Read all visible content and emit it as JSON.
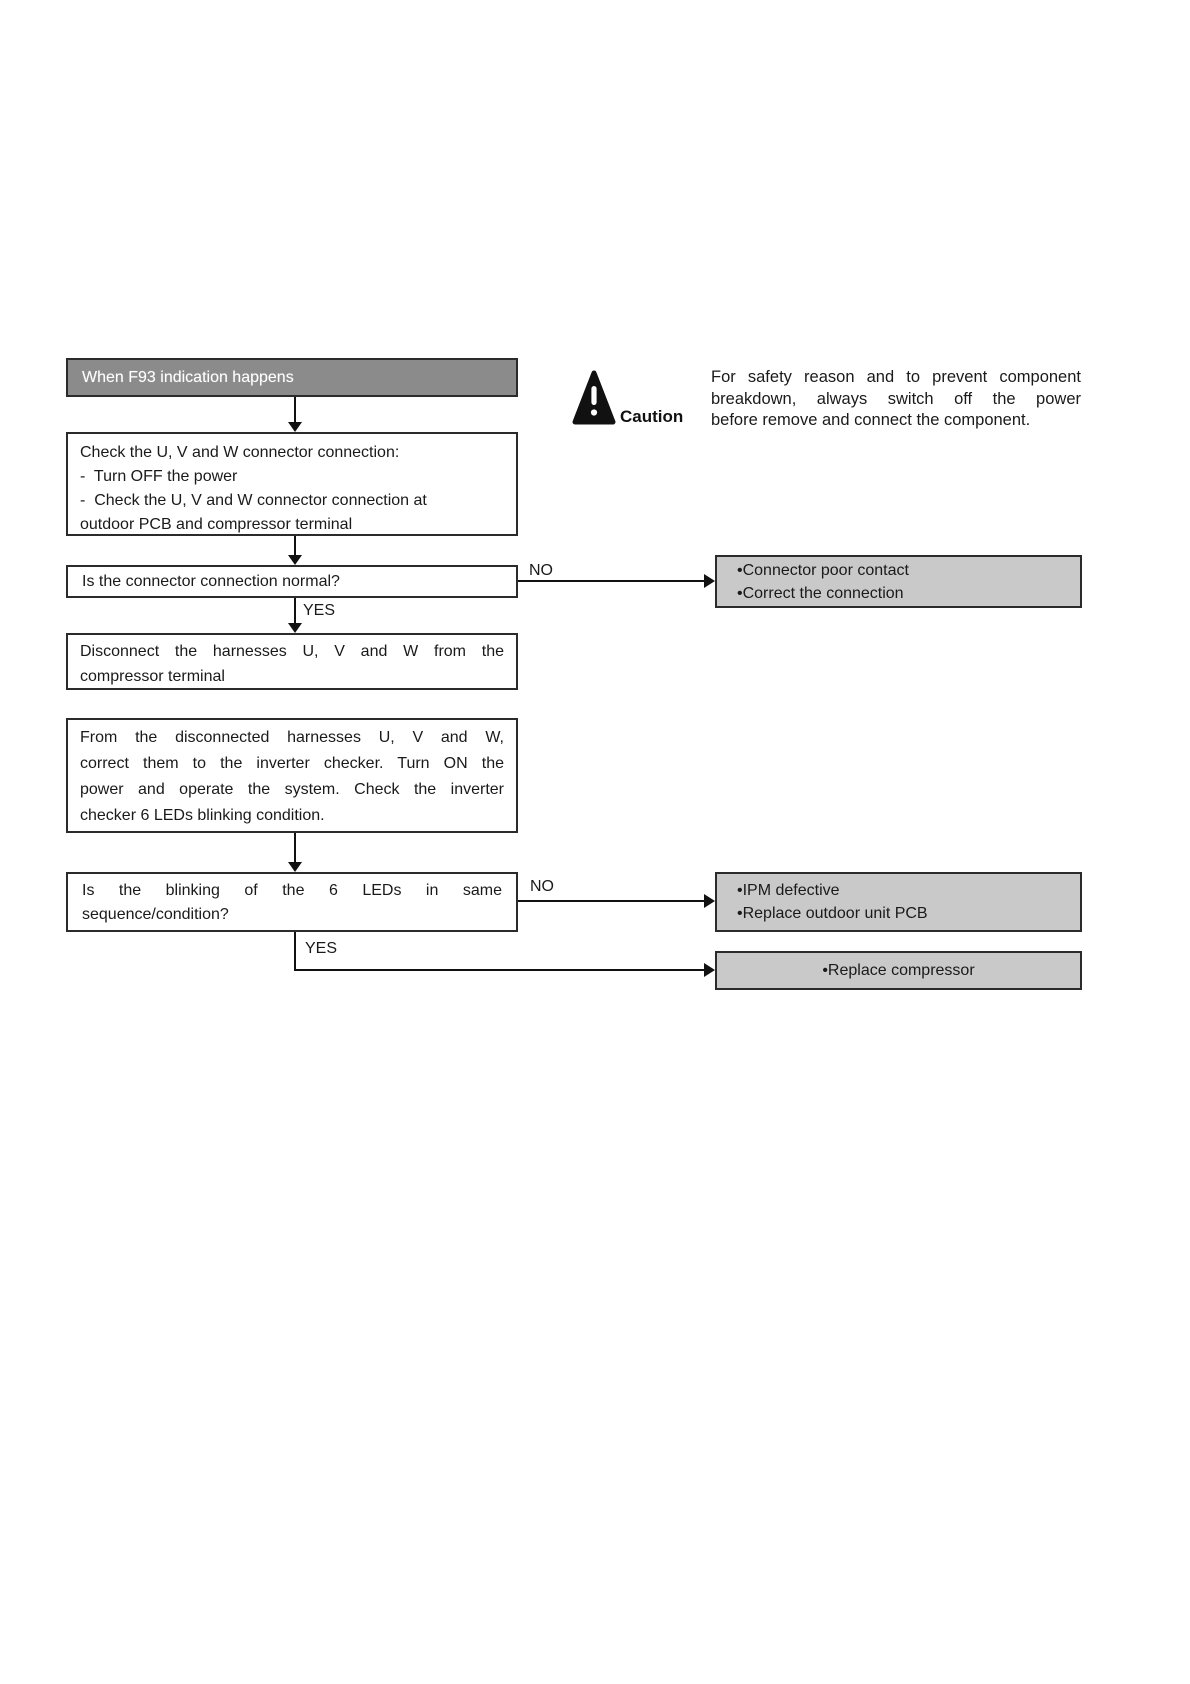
{
  "page": {
    "background": "#ffffff",
    "text_color": "#1a1a1a"
  },
  "colors": {
    "start_fill": "#8b8b8b",
    "start_text": "#ffffff",
    "result_fill": "#c9c9c9",
    "box_border": "#2b2b2b",
    "connector": "#111111"
  },
  "caution": {
    "label": "Caution",
    "lines": [
      "For safety reason and to prevent component",
      "breakdown, always switch off the power",
      "before remove and connect the component."
    ]
  },
  "flow": {
    "start_label": "When F93 indication happens",
    "check": {
      "lines": [
        "Check the U, V and W connector connection:",
        "-  Turn OFF the power",
        "-  Check the U, V and W connector connection at",
        "outdoor PCB and compressor terminal"
      ]
    },
    "q1_label": "Is the connector connection normal?",
    "no_label": "NO",
    "yes_label": "YES",
    "result1": {
      "lines": [
        "•Connector poor contact",
        "•Correct the connection"
      ]
    },
    "disconnect": {
      "lines": [
        "Disconnect the harnesses U, V and W from the",
        "compressor terminal"
      ]
    },
    "inverter_check": {
      "lines": [
        "From the disconnected harnesses U, V and W,",
        "correct them to the inverter checker. Turn ON the",
        "power and operate the system. Check the inverter",
        "checker 6 LEDs blinking condition."
      ]
    },
    "q2": {
      "lines": [
        "Is the blinking of the 6 LEDs in same",
        "sequence/condition?"
      ]
    },
    "result2": {
      "lines": [
        "•IPM defective",
        "•Replace outdoor unit PCB"
      ]
    },
    "result3_label": "•Replace compressor"
  }
}
